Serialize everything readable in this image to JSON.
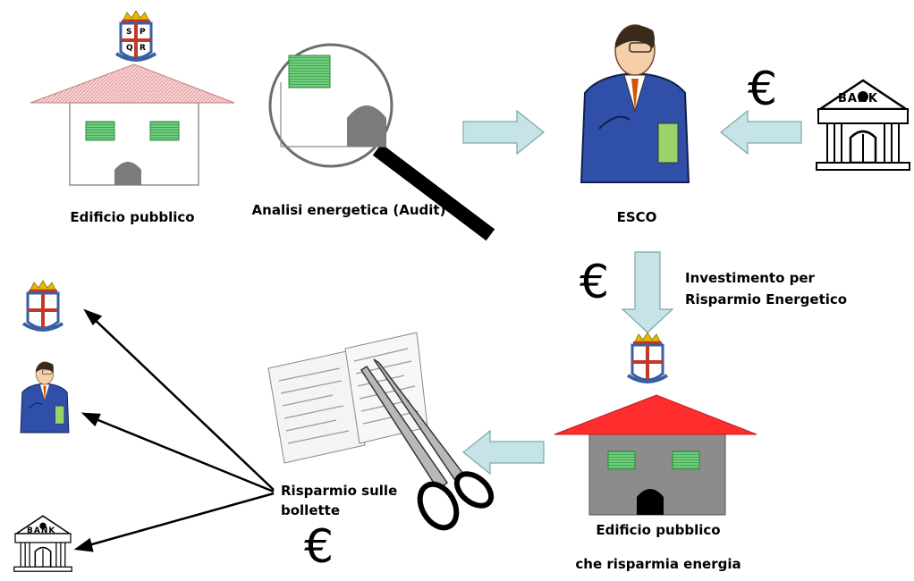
{
  "labels": {
    "public_building": "Edificio pubblico",
    "audit": "Analisi energetica (Audit)",
    "esco": "ESCO",
    "investment_line1": "Investimento per",
    "investment_line2": "Risparmio Energetico",
    "savings_line1": "Risparmio sulle",
    "savings_line2": "bollette",
    "efficient_building_line1": "Edificio pubblico",
    "efficient_building_line2": "che risparmia energia"
  },
  "symbols": {
    "euro": "€",
    "bank_sign": "BANK",
    "crest_letters": [
      "S",
      "P",
      "Q",
      "R"
    ]
  },
  "colors": {
    "arrow_fill": "#c6e4e6",
    "roof_old": "#f2c4c4",
    "roof_new": "#ff2d2d",
    "window_green": "#7fd08a",
    "esco_suit": "#2f4fa8"
  }
}
